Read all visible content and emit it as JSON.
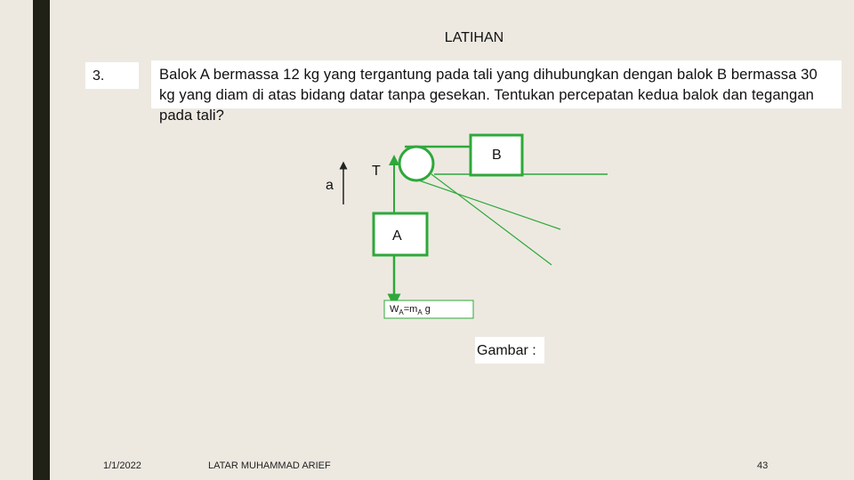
{
  "slide": {
    "title": "LATIHAN",
    "number_label": "3.",
    "question": "Balok A bermassa 12 kg yang tergantung pada tali yang dihubungkan dengan balok B bermassa 30 kg  yang diam di atas bidang datar tanpa gesekan. Tentukan percepatan kedua balok  dan tegangan pada tali?"
  },
  "diagram": {
    "label_a": "a",
    "label_T": "T",
    "label_B": "B",
    "label_A": "A",
    "weight_W": "W",
    "weight_sub_A": "A",
    "weight_eq_m": "=m",
    "weight_sub_A2": "A",
    "weight_g": " g",
    "gambar": "Gambar :"
  },
  "footer": {
    "date": "1/1/2022",
    "author": "LATAR MUHAMMAD ARIEF",
    "page": "43"
  },
  "colors": {
    "accent_green": "#2ea83a",
    "left_bar": "#1f2116",
    "background": "#ede9e1"
  }
}
